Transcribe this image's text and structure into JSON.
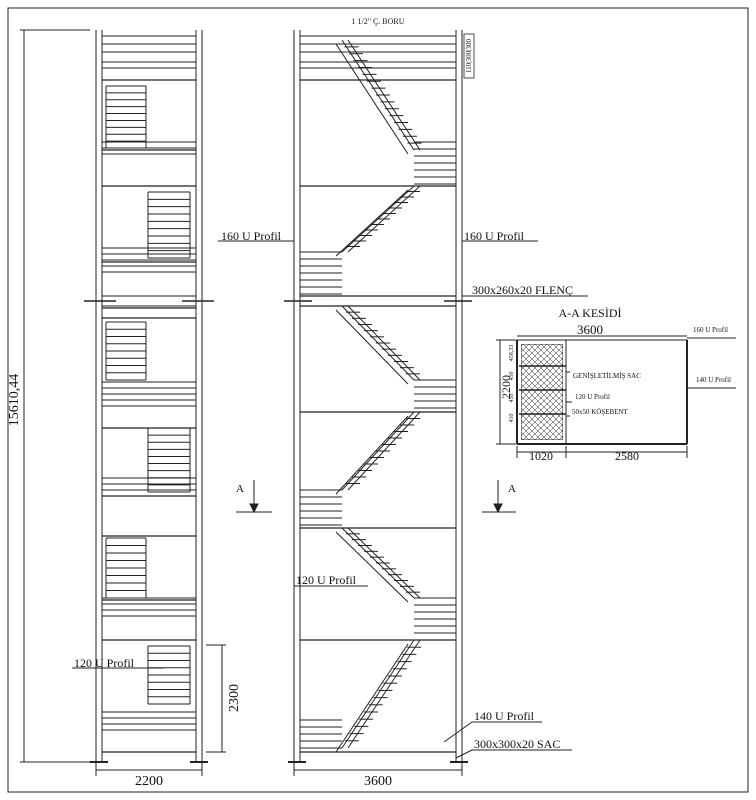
{
  "labels": {
    "pipe_note": "1 1/2\" Ç. BORU",
    "rail_dims": "110|300|300",
    "u160_left": "160 U Profil",
    "u160_right": "160 U Profil",
    "flange": "300x260x20 FLENÇ",
    "section_title": "A-A KESİDİ",
    "u120_front": "120 U Profil",
    "u120_side": "120 U Profil",
    "u140": "140 U Profil",
    "base_plate": "300x300x20 SAC",
    "cut_mark_left": "A",
    "cut_mark_right": "A"
  },
  "dimensions": {
    "total_height": "15610,44",
    "front_width": "2200",
    "landing_height": "2300",
    "side_width": "3600"
  },
  "section": {
    "width": "3600",
    "depth": "2200",
    "split_left": "1020",
    "split_right": "2580",
    "label_u160": "160 U Profil",
    "label_u140": "140 U Profil",
    "label_grating": "GENİŞLETİLMİŞ SAC",
    "label_u120": "120 U Profil",
    "label_angle": "50x50 KÖŞEBENT",
    "small_dims": [
      "458,33",
      "450",
      "450",
      "410"
    ]
  }
}
